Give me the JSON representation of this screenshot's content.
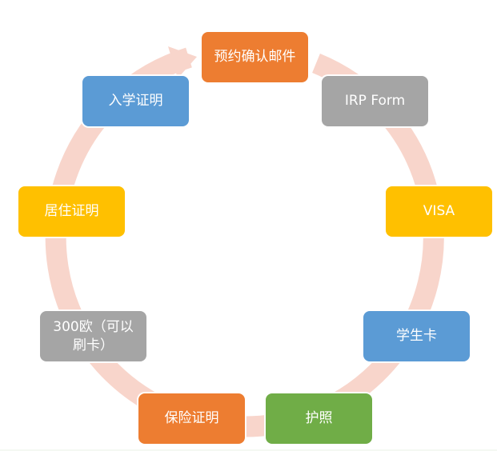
{
  "diagram": {
    "type": "cycle",
    "ring_color": "#f8d5cb",
    "nodes": [
      {
        "id": "booking-email",
        "label": "预约确认邮件",
        "color": "#ed7d31"
      },
      {
        "id": "irp-form",
        "label": "IRP Form",
        "color": "#a5a5a5"
      },
      {
        "id": "visa",
        "label": "VISA",
        "color": "#ffc000"
      },
      {
        "id": "student-card",
        "label": "学生卡",
        "color": "#5b9bd5"
      },
      {
        "id": "passport",
        "label": "护照",
        "color": "#70ad47"
      },
      {
        "id": "insurance-proof",
        "label": "保险证明",
        "color": "#ed7d31"
      },
      {
        "id": "fee-300-eur",
        "label": "300欧（可以刷卡）",
        "color": "#a5a5a5"
      },
      {
        "id": "residence-proof",
        "label": "居住证明",
        "color": "#ffc000"
      },
      {
        "id": "enrollment-proof",
        "label": "入学证明",
        "color": "#5b9bd5"
      }
    ]
  }
}
